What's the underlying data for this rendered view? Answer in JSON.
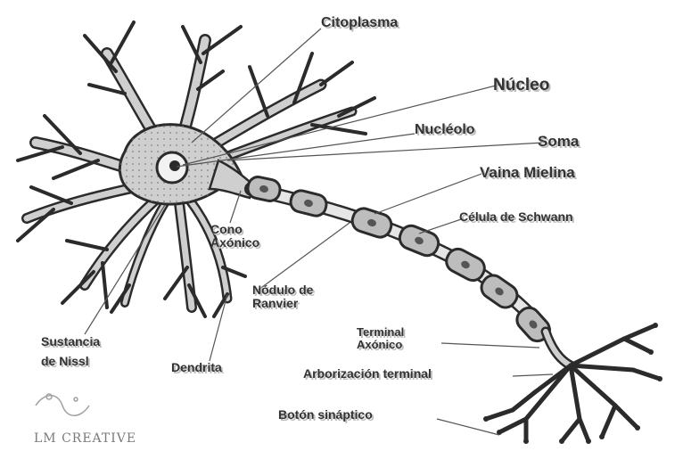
{
  "labels": {
    "citoplasma": "Citoplasma",
    "nucleo": "Núcleo",
    "nucleolo": "Nucléolo",
    "soma": "Soma",
    "vaina_mielina": "Vaina Mielina",
    "celula_schwann": "Célula de Schwann",
    "cono_axonico": [
      "Cono",
      "Axónico"
    ],
    "nodulo_ranvier": [
      "Nódulo de",
      "Ranvier"
    ],
    "sustancia_nissl": [
      "Sustancia",
      "de Nissl"
    ],
    "dendrita": "Dendrita",
    "terminal_axonico": [
      "Terminal",
      "Axónico"
    ],
    "arborizacion_terminal": "Arborización terminal",
    "boton_sinaptico": "Botón sináptico"
  },
  "watermark": "LM CREATIVE",
  "colors": {
    "stroke": "#2b2b2b",
    "cell_fill": "#cfcfcf",
    "segment_fill": "#bdbdbd",
    "label_text": "#333333"
  }
}
